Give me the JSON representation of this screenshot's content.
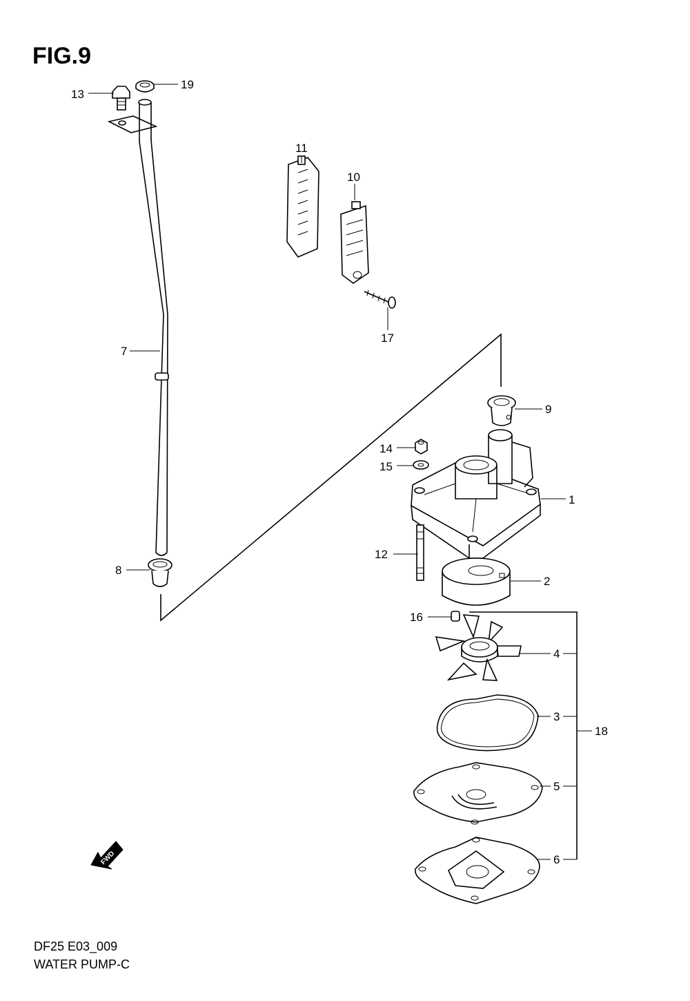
{
  "figure": {
    "title": "FIG.9",
    "code": "DF25 E03_009",
    "name": "WATER PUMP-C"
  },
  "callouts": {
    "c1": "1",
    "c2": "2",
    "c3": "3",
    "c4": "4",
    "c5": "5",
    "c6": "6",
    "c7": "7",
    "c8": "8",
    "c9": "9",
    "c10": "10",
    "c11": "11",
    "c12": "12",
    "c13": "13",
    "c14": "14",
    "c15": "15",
    "c16": "16",
    "c17": "17",
    "c18": "18",
    "c19": "19"
  },
  "fwd_badge": "FWD",
  "colors": {
    "line": "#000000",
    "background": "#ffffff"
  }
}
